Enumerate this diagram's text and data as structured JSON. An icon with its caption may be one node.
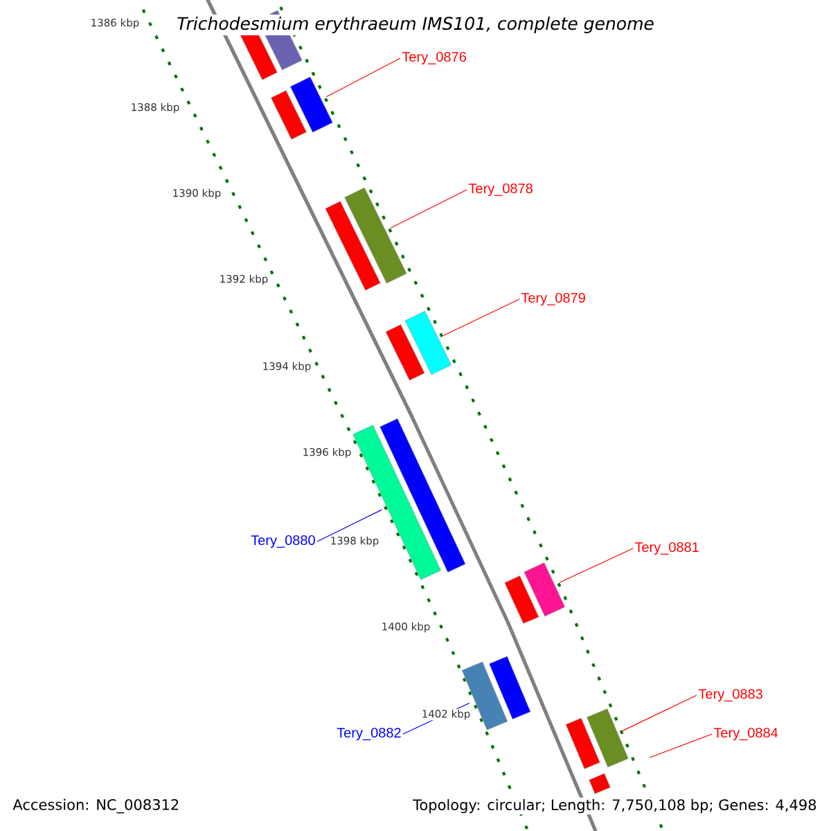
{
  "diagram": {
    "title": "Trichodesmium erythraeum IMS101, complete genome",
    "nodes": [
      {
        "text": [
          "Tery_0876"
        ]
      },
      {
        "text": [],
        "shape": "bar"
      },
      {
        "text": [
          "Tery_0878"
        ]
      },
      {
        "text": [],
        "shape": "bar"
      },
      {
        "text": [
          "Tery_0879"
        ]
      },
      {
        "text": [],
        "shape": "bar"
      },
      {
        "text": [
          "Tery_0880"
        ]
      },
      {
        "text": [],
        "shape": "bar"
      },
      {
        "text": [
          "Tery_0881"
        ]
      },
      {
        "text": [],
        "shape": "bar"
      },
      {
        "text": [
          "Tery_0882"
        ]
      },
      {
        "text": [],
        "shape": "bar"
      },
      {
        "text": [
          "Tery_0883"
        ]
      },
      {
        "text": [],
        "shape": "bar"
      },
      {
        "text": [
          "Tery_0884"
        ]
      },
      {
        "text": [],
        "shape": "bar"
      }
    ],
    "edges": [
      {
        "from": 0,
        "to": 1,
        "arrow": "none"
      },
      {
        "from": 2,
        "to": 3,
        "arrow": "none"
      },
      {
        "from": 4,
        "to": 5,
        "arrow": "none"
      },
      {
        "from": 6,
        "to": 7,
        "arrow": "none",
        "color": "#0000ff"
      },
      {
        "from": 8,
        "to": 9,
        "arrow": "none"
      },
      {
        "from": 10,
        "to": 11,
        "arrow": "none",
        "color": "#0000ff"
      },
      {
        "from": 12,
        "to": 13,
        "arrow": "none"
      },
      {
        "from": 14,
        "to": null,
        "arrow": "none"
      }
    ],
    "labels": [
      "1386 kbp",
      "1388 kbp",
      "1390 kbp",
      "1392 kbp",
      "1394 kbp",
      "1396 kbp",
      "1398 kbp",
      "1400 kbp",
      "1402 kbp",
      "Accession: NC_008312",
      "Topology: circular; Length: 7,750,108 bp; Genes: 4,498"
    ]
  }
}
